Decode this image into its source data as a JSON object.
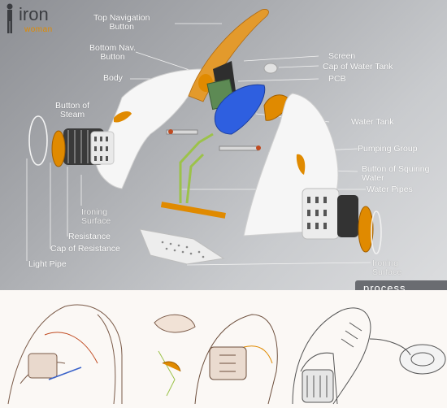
{
  "brand": {
    "top": "iron",
    "bottom": "woman"
  },
  "labels": {
    "top_nav": "Top Navigation\nButton",
    "bottom_nav": "Bottom Nav.\nButton",
    "screen": "Screen",
    "cap_tank": "Cap of Water Tank",
    "body": "Body",
    "pcb": "PCB",
    "button_steam": "Button of\nSteam",
    "water_tank": "Water Tank",
    "pumping_group": "Pumping Group",
    "button_squiring": "Button of Squiring\nWater",
    "water_pipes": "Water Pipes",
    "ironing_surface_left": "Ironing\nSurface",
    "resistance": "Resistance",
    "cap_resistance": "Cap of Resistance",
    "light_pipe": "Light Pipe",
    "ironing_surface_right": "Ironing\nSurface"
  },
  "process_tab": "process",
  "colors": {
    "orange": "#e08a00",
    "blue": "#2e5fe0",
    "green": "#9cc24a",
    "panel": "#a9abaf",
    "tab": "#6a6c71"
  }
}
